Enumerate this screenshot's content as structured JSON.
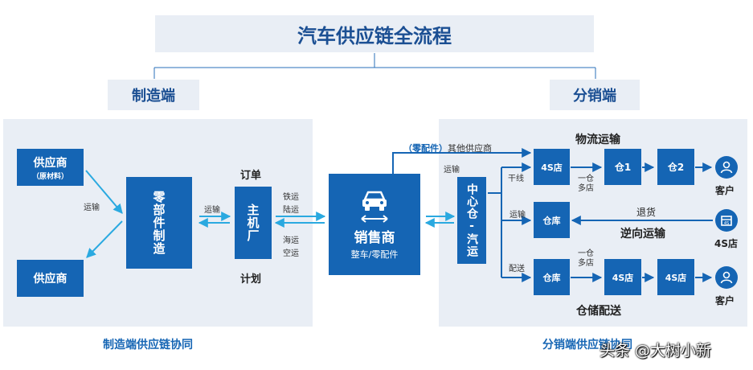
{
  "title": "汽车供应链全流程",
  "manufacturing": {
    "header": "制造端",
    "footer": "制造端供应链协同",
    "supplier_top": "供应商",
    "supplier_top_sub": "（原材料）",
    "supplier_bottom": "供应商",
    "transport_label": "运输",
    "parts": "零部件制造",
    "transport_label2": "运输",
    "oem": "主机厂",
    "order": "订单",
    "plan": "计划",
    "rail": "铁运",
    "road": "陆运",
    "sea": "海运",
    "air": "空运"
  },
  "dealer": {
    "name": "销售商",
    "sub": "整车/零配件",
    "other_supplier_paren": "（零配件）",
    "other_supplier": "其他供应商"
  },
  "distribution": {
    "header": "分销端",
    "footer": "分销端供应链协同",
    "hub": "中心仓-汽运",
    "transport": "运输",
    "trunk": "干线",
    "transport2": "运输",
    "delivery": "配送",
    "logistics": "物流运输",
    "return": "退货",
    "reverse": "逆向运输",
    "storage": "仓储配送",
    "row1": {
      "store": "4S店",
      "wh1": "仓1",
      "wh2": "仓2",
      "note": "一仓多店",
      "end": "客户"
    },
    "row2": {
      "warehouse": "仓库",
      "end": "4S店"
    },
    "row3": {
      "warehouse": "仓库",
      "store1": "4S店",
      "store2": "4S店",
      "note": "一仓多店",
      "end": "客户"
    }
  },
  "watermark": "头条 @大树小新",
  "colors": {
    "primary": "#1565b4",
    "panel": "#e9eef5",
    "text": "#1b4f93",
    "arrow": "#2aa9e0"
  }
}
